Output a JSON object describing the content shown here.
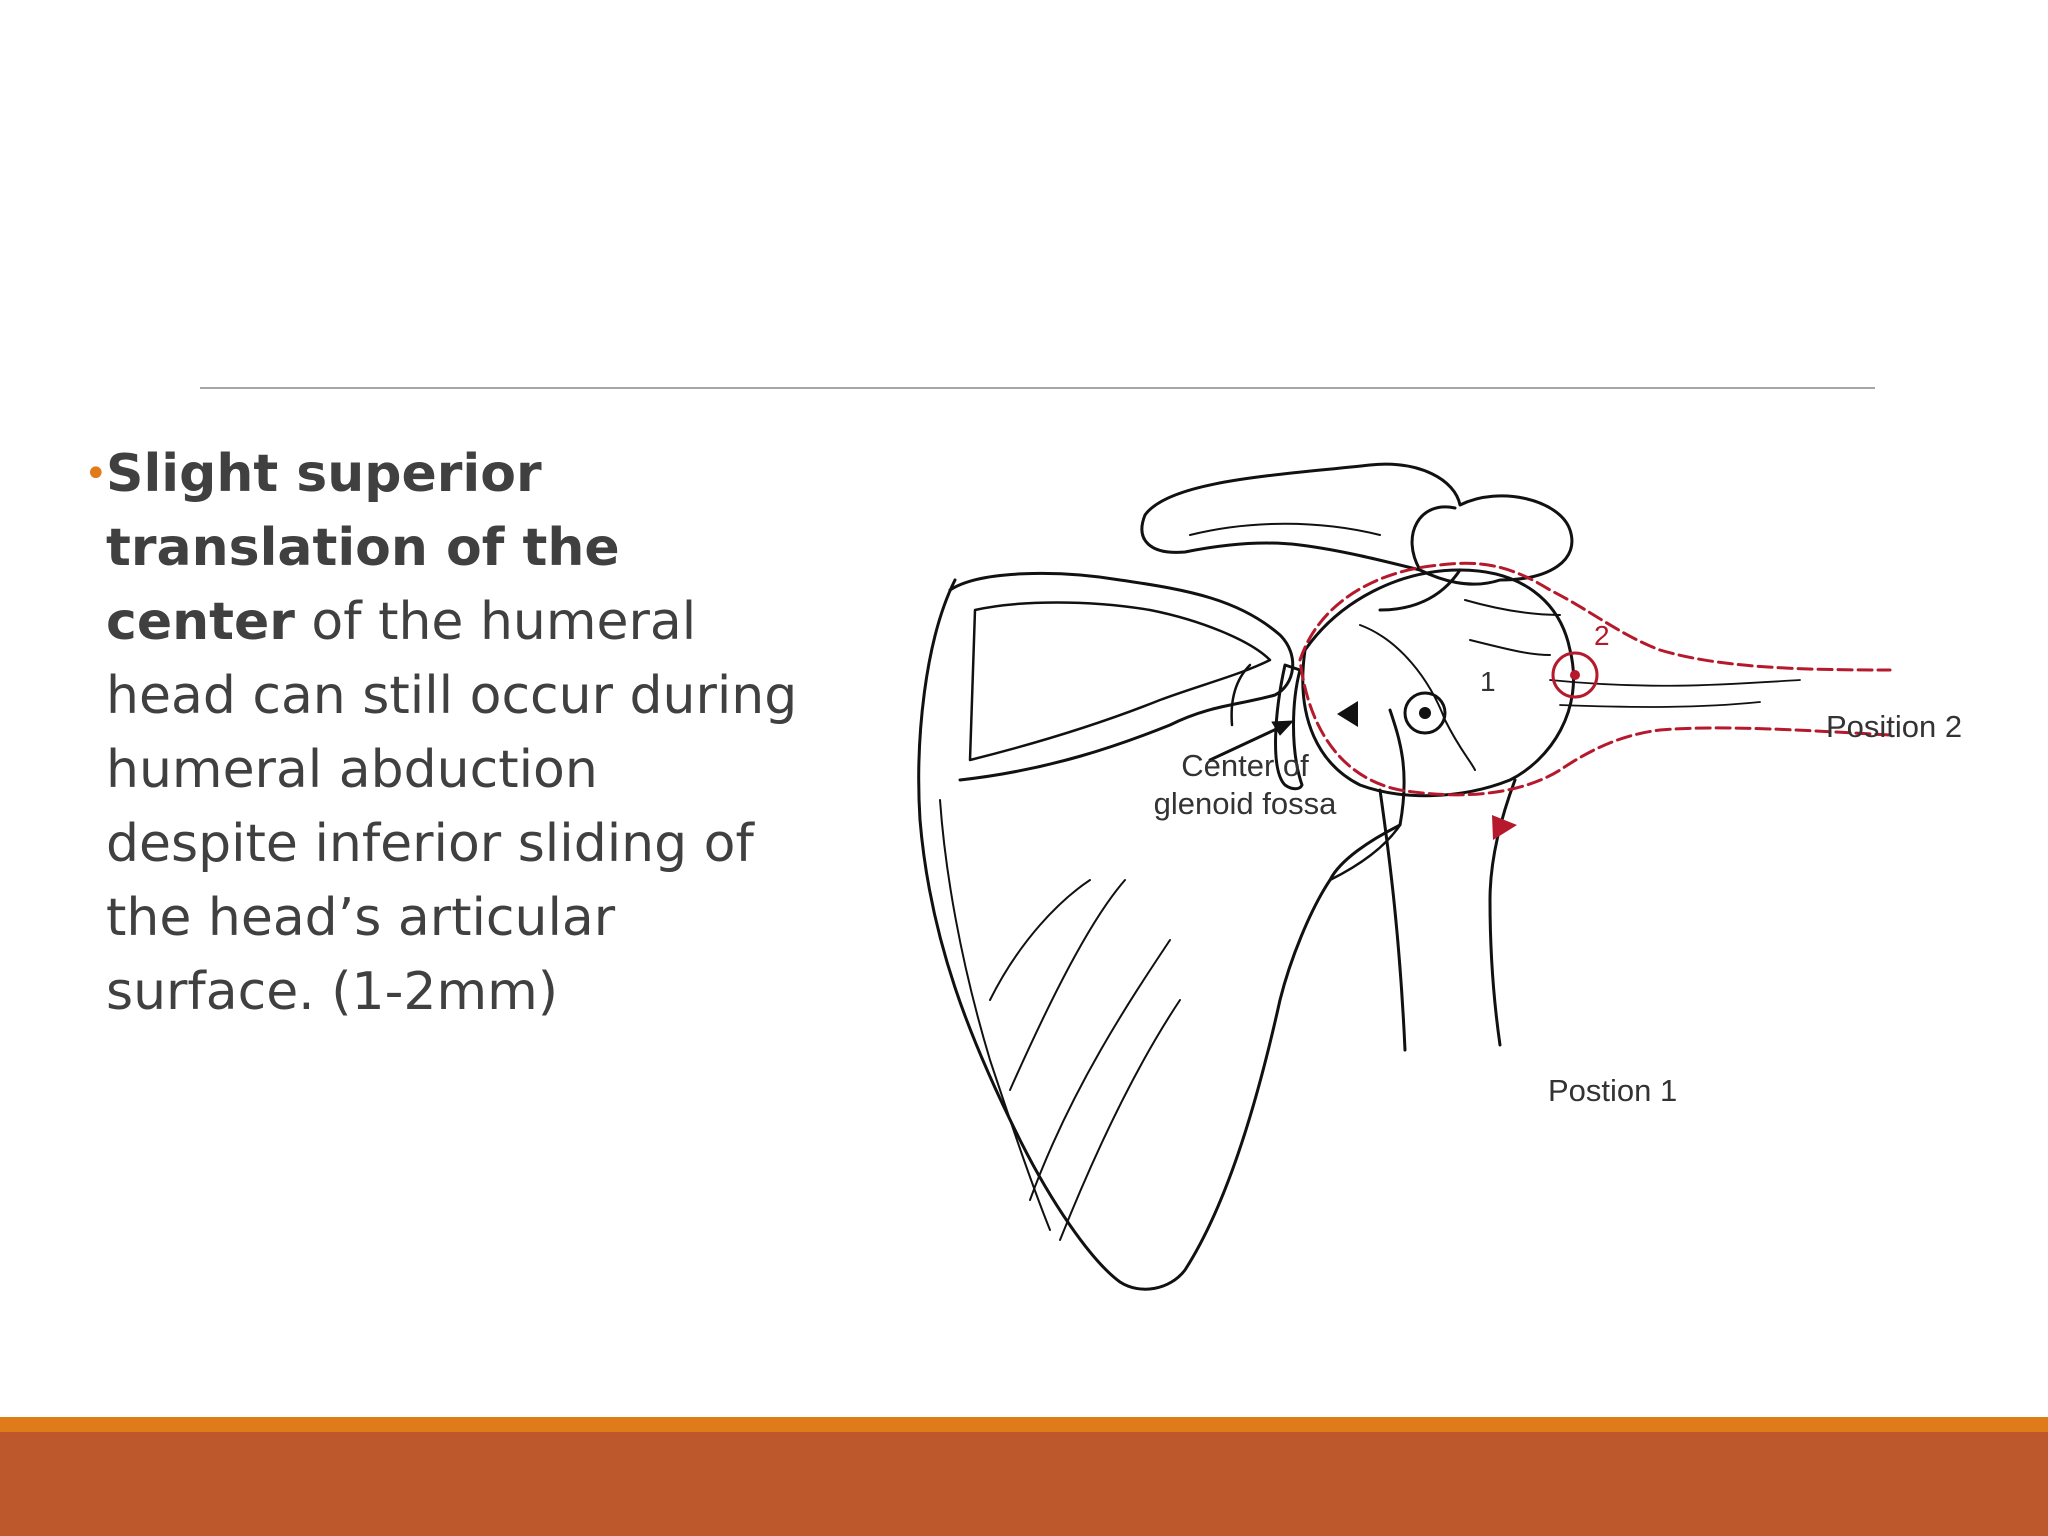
{
  "slide": {
    "bullet": {
      "bold_text": "Slight superior translation of the center",
      "text": " of the humeral head can still occur during humeral abduction despite inferior sliding of the head’s articular surface. (1-2mm)"
    },
    "diagram": {
      "labels": {
        "center_of_glenoid_line1": "Center of",
        "center_of_glenoid_line2": "glenoid fossa",
        "position_2": "Position 2",
        "position_1": "Postion 1",
        "marker_1": "1",
        "marker_2": "2"
      }
    }
  },
  "colors": {
    "accent_orange": "#e07b1a",
    "footer_rust": "#bd582c",
    "text_gray": "#404040",
    "diagram_red": "#b5192b"
  }
}
